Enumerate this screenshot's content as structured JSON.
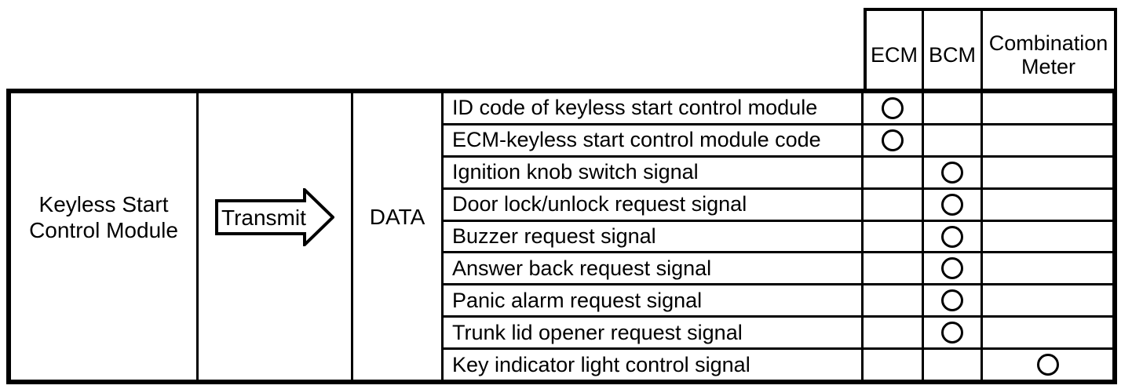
{
  "module": {
    "label": "Keyless Start Control Module"
  },
  "arrow": {
    "label": "Transmit"
  },
  "data_cell": {
    "label": "DATA"
  },
  "matrix": {
    "columns": [
      "ECM",
      "BCM",
      "Combination Meter"
    ],
    "rows": [
      {
        "label": "ID code of keyless start control module",
        "ecm": true,
        "bcm": false,
        "meter": false
      },
      {
        "label": "ECM-keyless start control module code",
        "ecm": true,
        "bcm": false,
        "meter": false
      },
      {
        "label": "Ignition knob switch signal",
        "ecm": false,
        "bcm": true,
        "meter": false
      },
      {
        "label": "Door lock/unlock request signal",
        "ecm": false,
        "bcm": true,
        "meter": false
      },
      {
        "label": "Buzzer request signal",
        "ecm": false,
        "bcm": true,
        "meter": false
      },
      {
        "label": "Answer back request signal",
        "ecm": false,
        "bcm": true,
        "meter": false
      },
      {
        "label": "Panic alarm request signal",
        "ecm": false,
        "bcm": true,
        "meter": false
      },
      {
        "label": "Trunk lid opener request signal",
        "ecm": false,
        "bcm": true,
        "meter": false
      },
      {
        "label": "Key indicator light control signal",
        "ecm": false,
        "bcm": false,
        "meter": true
      }
    ],
    "mark_symbol": "open-circle"
  },
  "colors": {
    "ink": "#000000",
    "background": "#ffffff"
  }
}
